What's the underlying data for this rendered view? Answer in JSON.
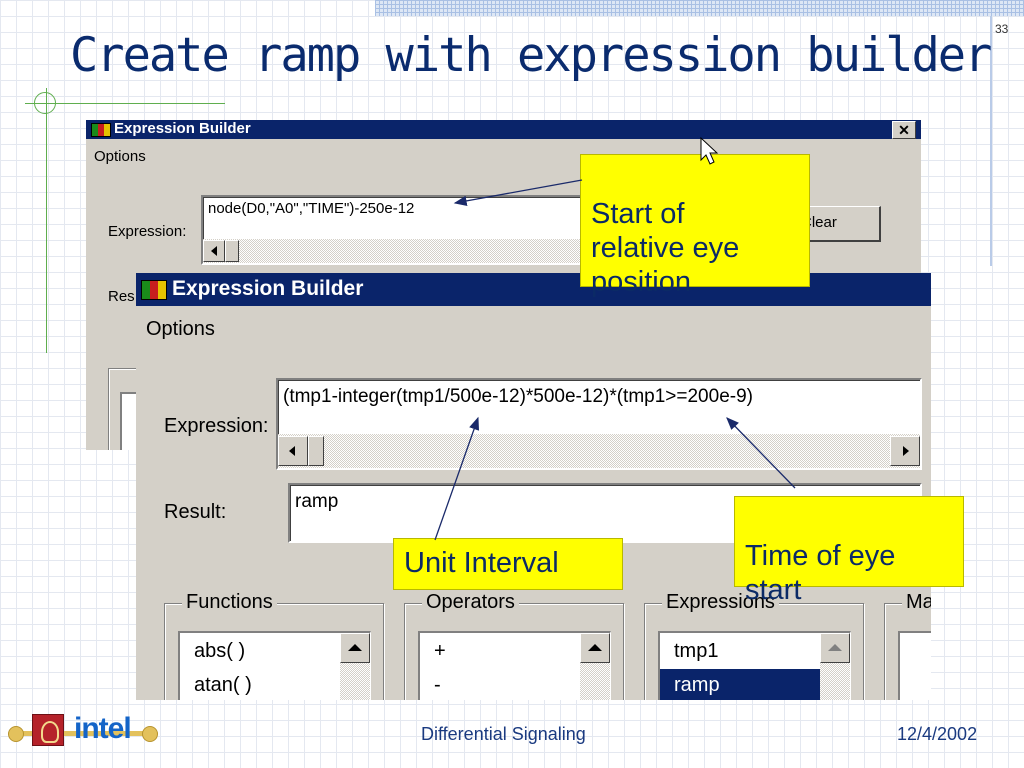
{
  "slide": {
    "title": "Create ramp with expression builder",
    "number": "33",
    "footer_center": "Differential Signaling",
    "footer_date": "12/4/2002",
    "logo_text": "intel"
  },
  "back_window": {
    "title": "Expression Builder",
    "close_glyph": "✕",
    "menu": "Options",
    "expression_label": "Expression:",
    "expression_value": "node(D0,\"A0\",\"TIME\")-250e-12",
    "result_label_partial": "Res",
    "clear_label": "Clear"
  },
  "front_window": {
    "title": "Expression Builder",
    "menu": "Options",
    "expression_label": "Expression:",
    "expression_value": "(tmp1-integer(tmp1/500e-12)*500e-12)*(tmp1>=200e-9)",
    "result_label": "Result:",
    "result_value": "ramp",
    "groups": {
      "functions": {
        "label": "Functions",
        "items": [
          "abs( )",
          "atan( )"
        ]
      },
      "operators": {
        "label": "Operators",
        "items": [
          "+",
          "-"
        ]
      },
      "expressions": {
        "label": "Expressions",
        "items": [
          "tmp1",
          "ramp"
        ],
        "selected_index": 1
      },
      "fourth_partial": {
        "label": "Ma"
      }
    }
  },
  "callouts": {
    "start_of_eye": "Start of\nrelative eye\nposition",
    "unit_interval": "Unit Interval",
    "time_of_eye": "Time of eye\nstart"
  },
  "colors": {
    "title_text": "#0a2b6e",
    "window_face": "#d4d0c8",
    "titlebar": "#0a246a",
    "callout_fill": "#ffff00",
    "callout_text": "#0b2a66",
    "footer_text": "#1a3a80"
  }
}
